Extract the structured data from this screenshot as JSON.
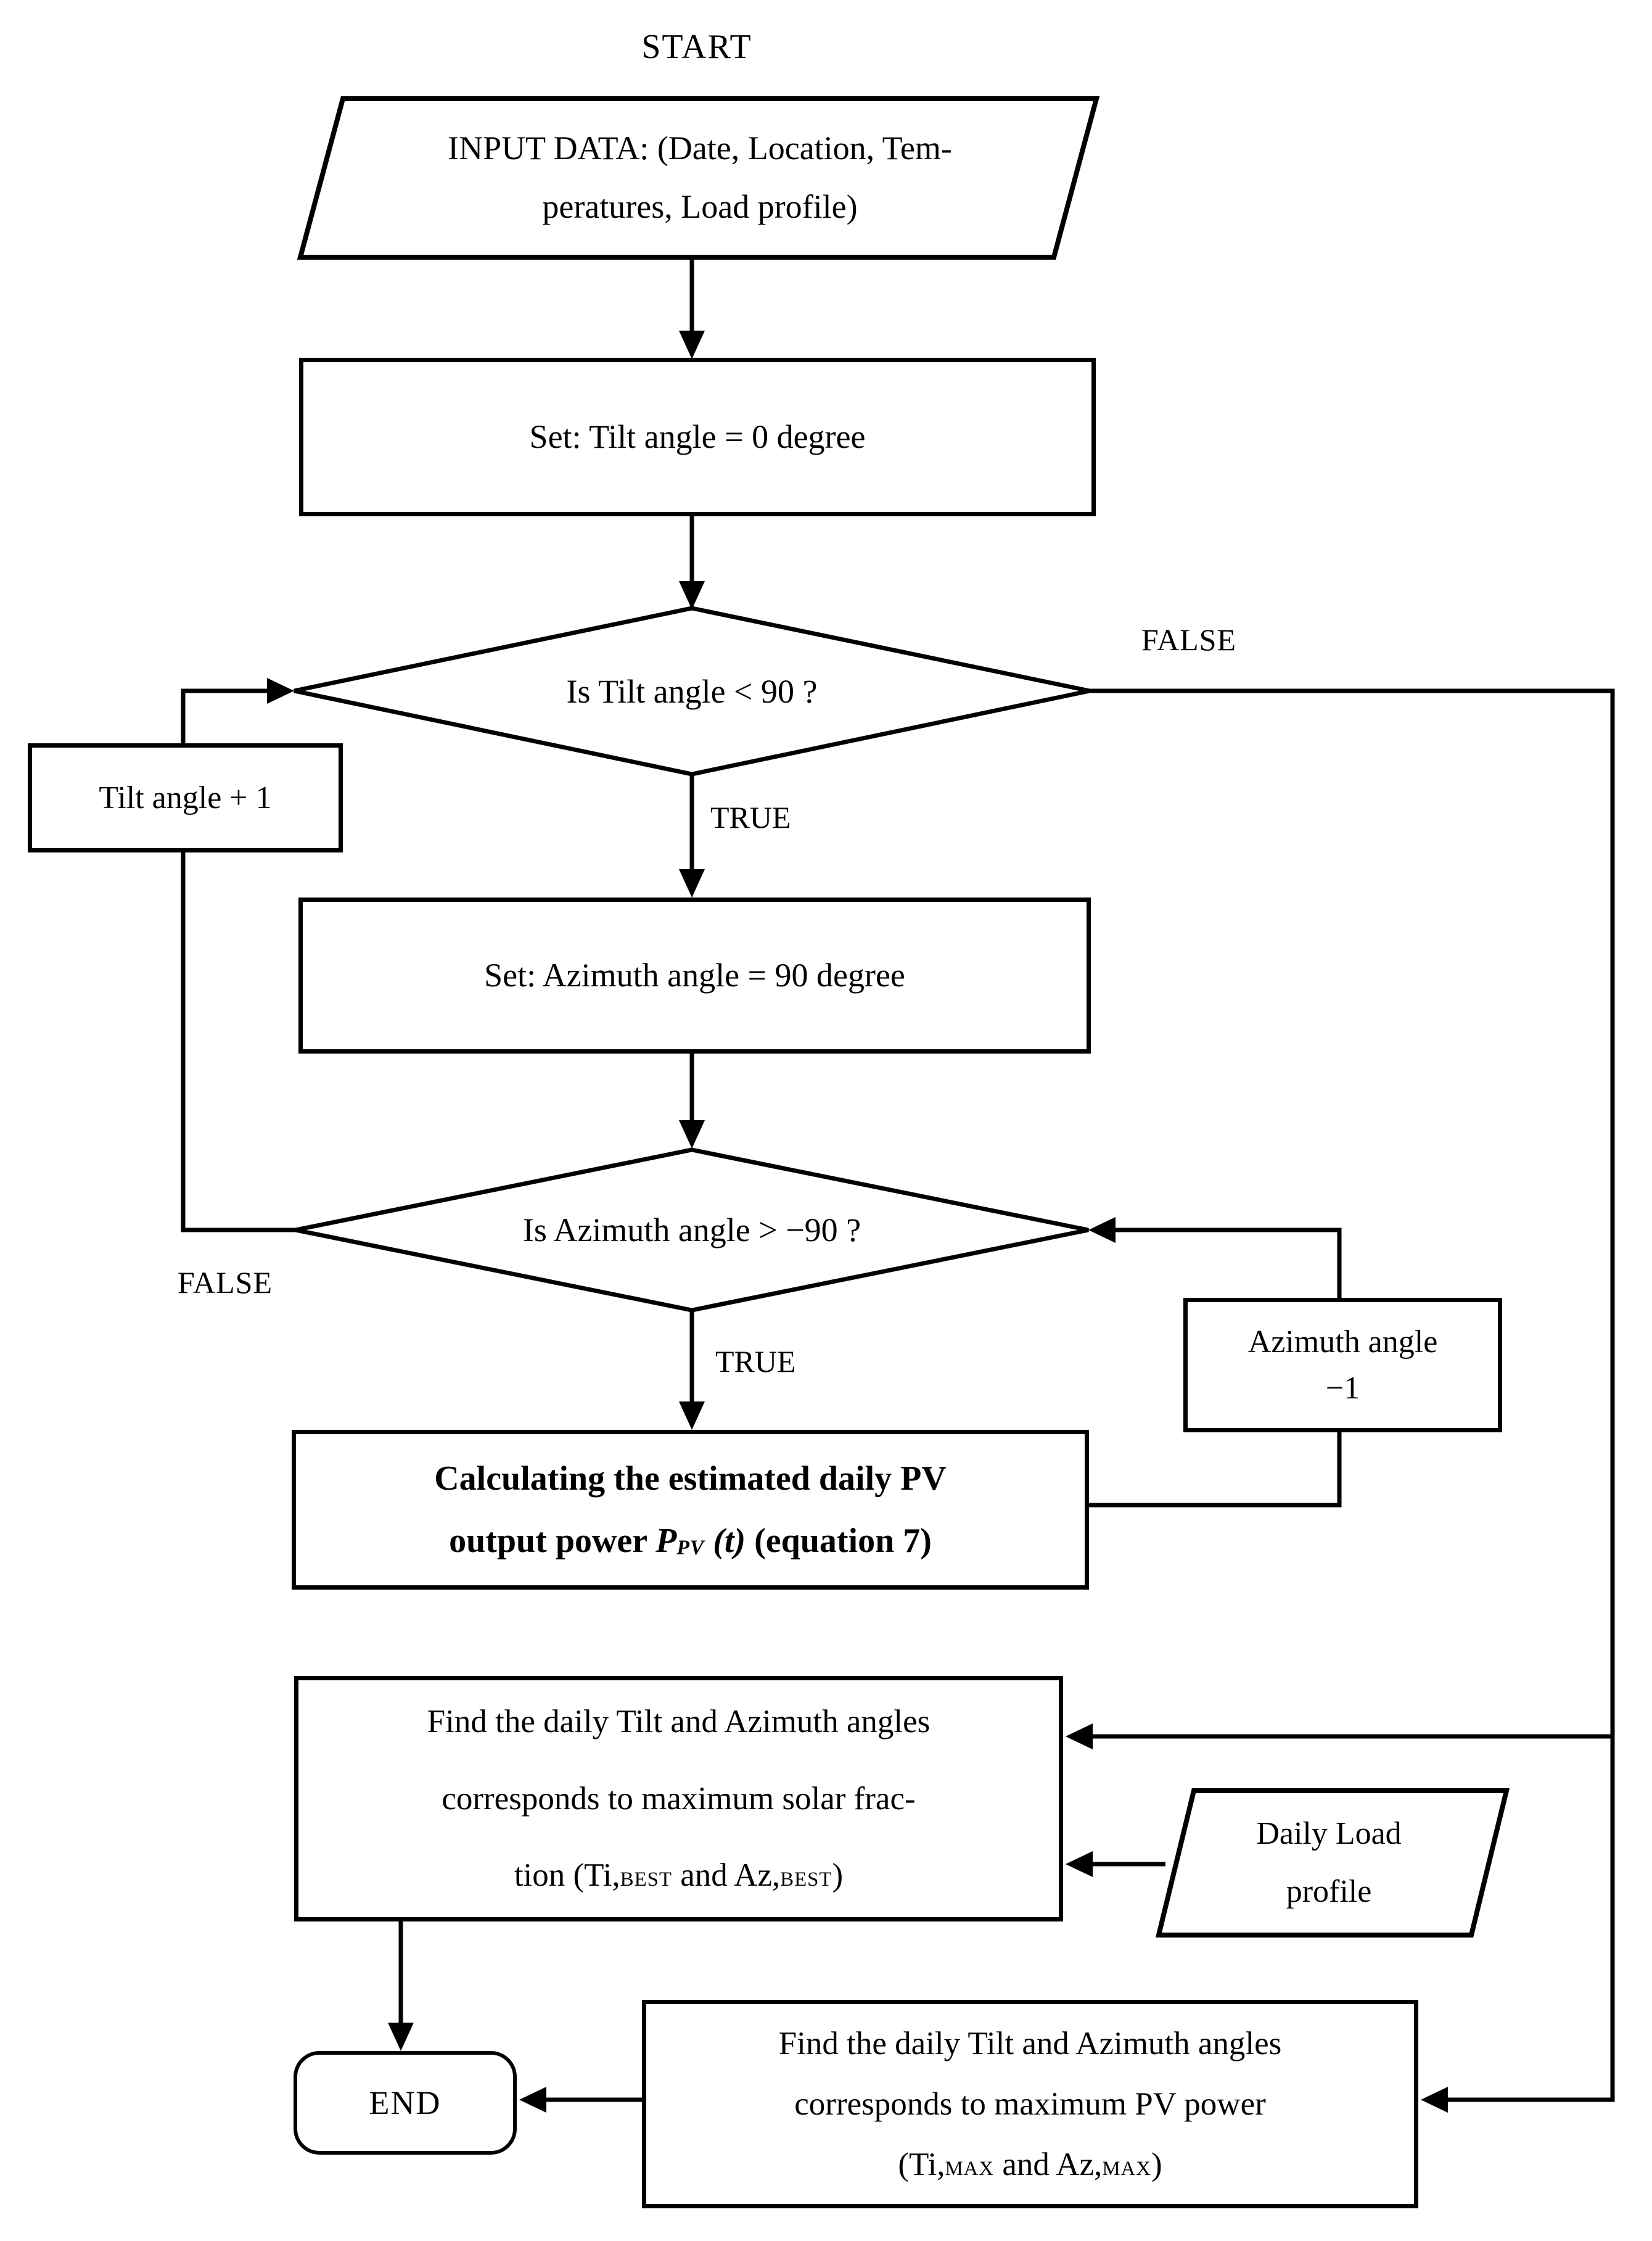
{
  "labels": {
    "start": "START",
    "end": "END",
    "true1": "TRUE",
    "false1": "FALSE",
    "true2": "TRUE",
    "false2": "FALSE"
  },
  "nodes": {
    "input": {
      "line1": "INPUT DATA: (Date, Location, Tem-",
      "line2": "peratures, Load profile)"
    },
    "set_tilt": {
      "text": "Set: Tilt angle = 0 degree"
    },
    "decision_tilt": {
      "text": "Is Tilt angle < 90 ?"
    },
    "tilt_increment": {
      "text": "Tilt angle + 1"
    },
    "set_azimuth": {
      "text": "Set: Azimuth angle = 90 degree"
    },
    "decision_azimuth": {
      "text": "Is Azimuth angle > −90 ?"
    },
    "azimuth_decrement": {
      "line1": "Azimuth angle",
      "line2": "−1"
    },
    "calculate": {
      "line1": "Calculating the estimated daily PV",
      "line2_segments": [
        {
          "t": "output power "
        },
        {
          "t": "P",
          "style": "italic"
        },
        {
          "t": "PV",
          "style": "subsc"
        },
        {
          "t": " (t)",
          "style": "italic"
        },
        {
          "t": " (equation 7)"
        }
      ]
    },
    "find_solar": {
      "line1": "Find the daily Tilt and Azimuth angles",
      "line2": "corresponds to maximum solar frac-",
      "line3_segments": [
        {
          "t": "tion (Ti,"
        },
        {
          "t": "BEST",
          "style": "sc"
        },
        {
          "t": " and Az,"
        },
        {
          "t": "BEST",
          "style": "sc"
        },
        {
          "t": ")"
        }
      ]
    },
    "daily_load": {
      "line1": "Daily Load",
      "line2": "profile"
    },
    "find_pv": {
      "line1": "Find the daily Tilt and Azimuth angles",
      "line2": "corresponds to maximum PV power",
      "line3_segments": [
        {
          "t": "(Ti,"
        },
        {
          "t": "MAX",
          "style": "sc"
        },
        {
          "t": " and Az,"
        },
        {
          "t": "MAX",
          "style": "sc"
        },
        {
          "t": ")"
        }
      ]
    }
  },
  "colors": {
    "ink": "#000000",
    "paper": "#ffffff"
  }
}
